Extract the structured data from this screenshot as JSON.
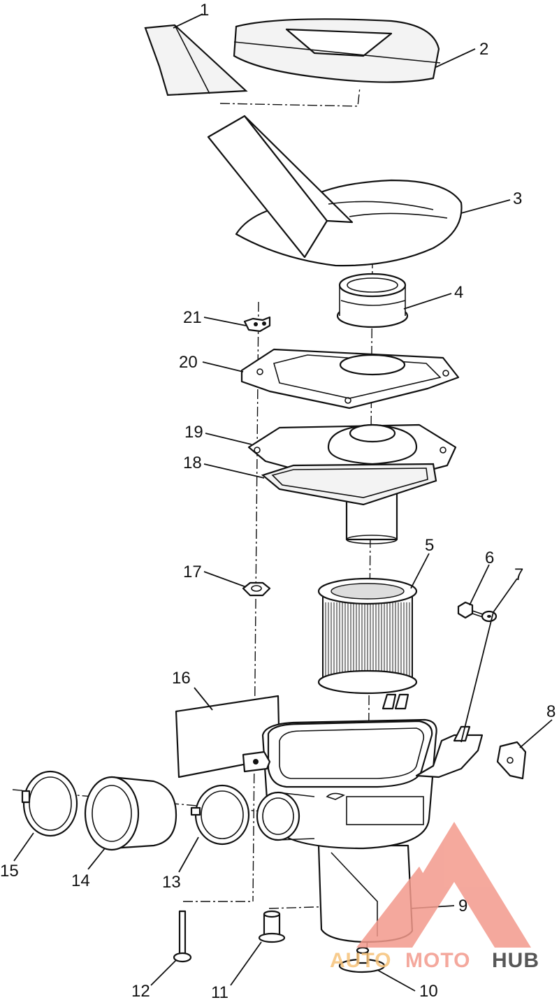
{
  "diagram": {
    "part_numbers": [
      "1",
      "2",
      "3",
      "4",
      "5",
      "6",
      "7",
      "8",
      "9",
      "10",
      "11",
      "12",
      "13",
      "14",
      "15",
      "16",
      "17",
      "18",
      "19",
      "20",
      "21"
    ]
  },
  "watermark": {
    "part1": "AUTO",
    "part2": "MOTO",
    "part3": "HUB",
    "color_primary": "#f39a8c",
    "color_secondary": "#f6c27a",
    "color_dark": "#3a3a3a"
  }
}
